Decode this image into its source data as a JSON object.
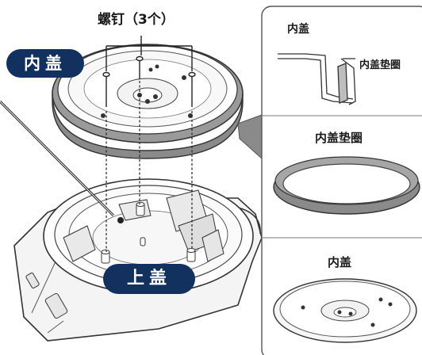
{
  "labels": {
    "screws": "螺钉（3个）",
    "inner_lid_badge": "内盖",
    "upper_lid_badge": "上盖",
    "detail_inner_lid": "内盖",
    "detail_gasket_pointer": "内盖垫圈",
    "gasket_title": "内盖垫圈",
    "inner_lid_title": "内盖"
  },
  "colors": {
    "badge_bg": "#13315f",
    "gasket_gray": "#8a8a8a",
    "line": "#333333"
  }
}
